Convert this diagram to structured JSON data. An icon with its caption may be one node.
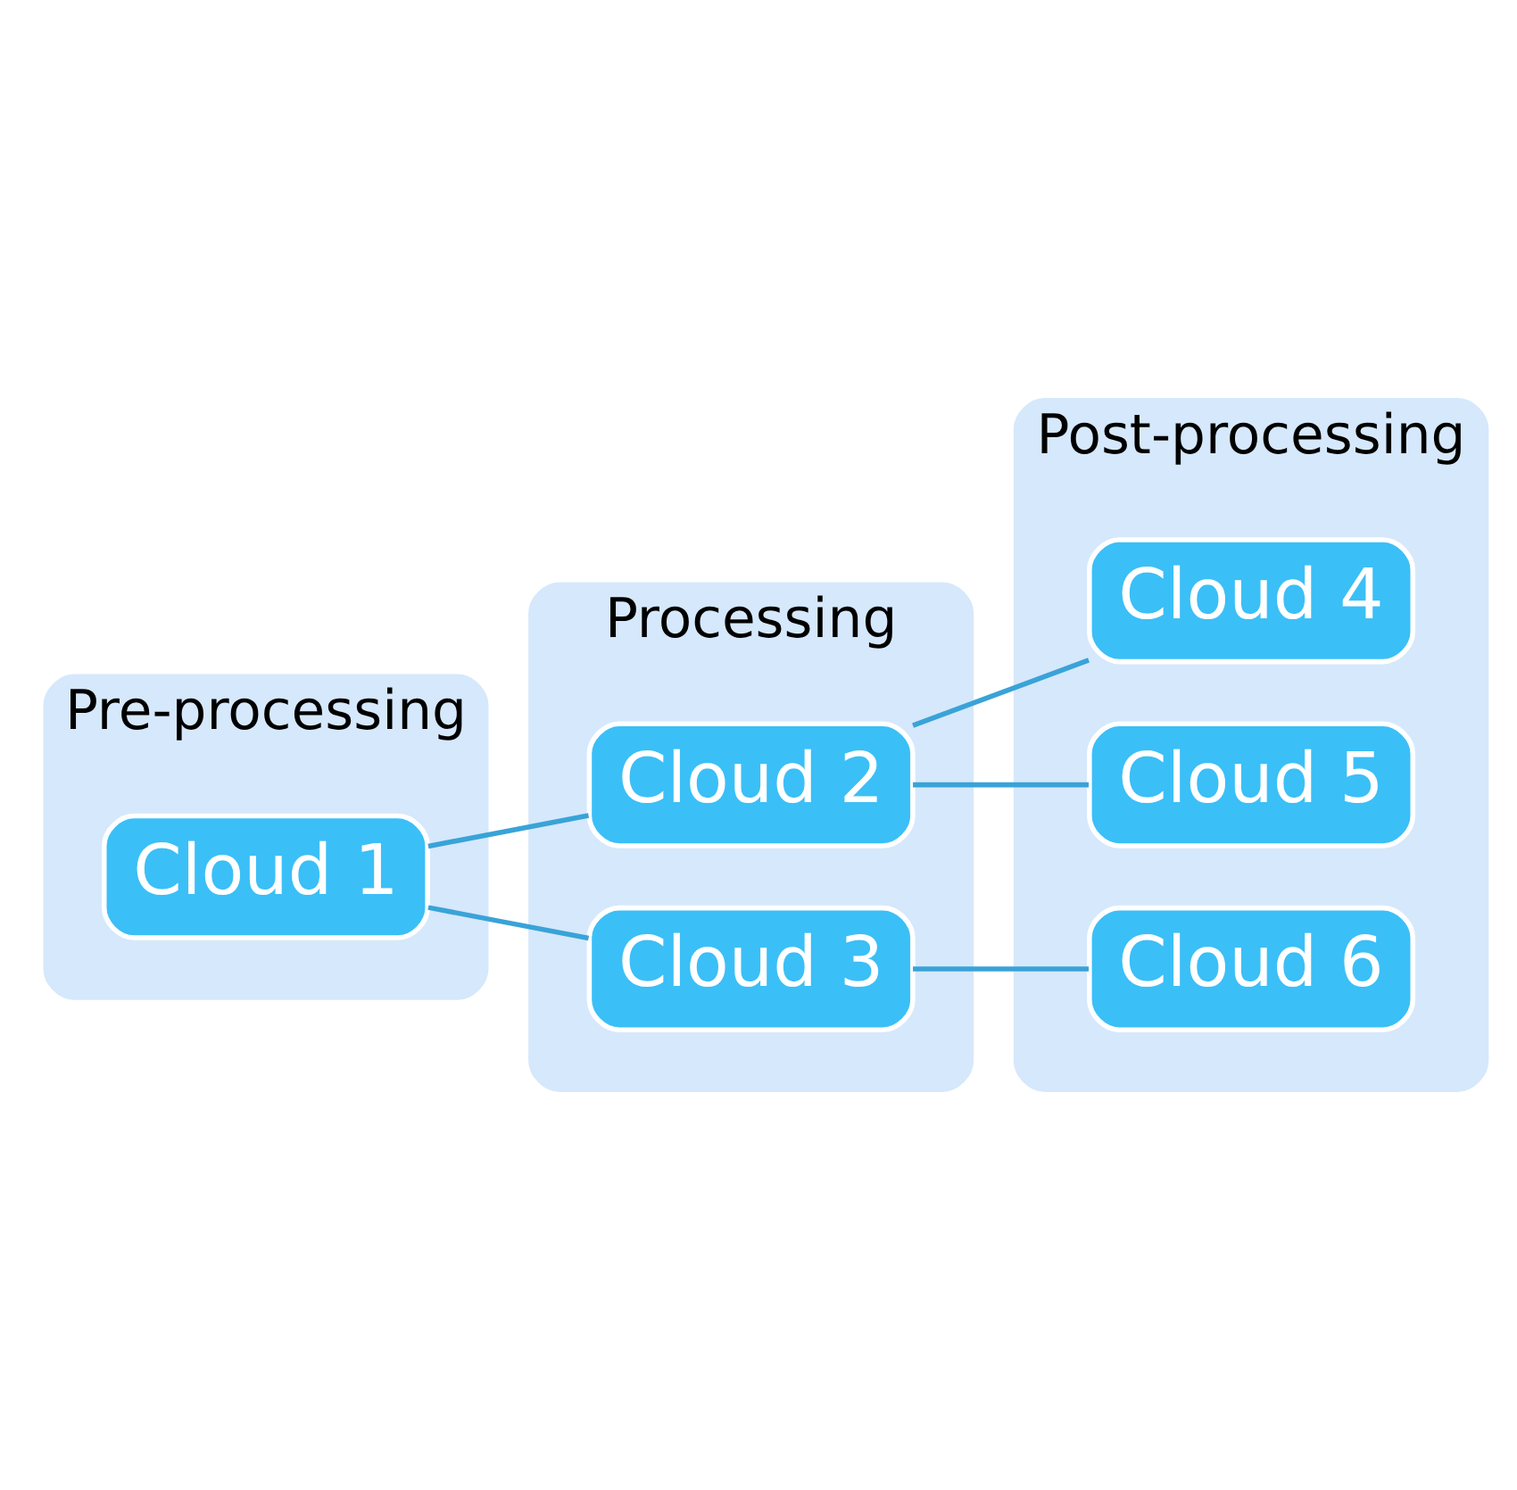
{
  "diagram": {
    "nodes": [
      {
        "text": [
          "Pre-processing"
        ]
      },
      {
        "text": [
          "Processing"
        ]
      },
      {
        "text": [
          "Post-processing"
        ]
      },
      {
        "text": [
          "Cloud 1"
        ],
        "in": 0
      },
      {
        "text": [
          "Cloud 2"
        ],
        "in": 1
      },
      {
        "text": [
          "Cloud 3"
        ],
        "in": 1
      },
      {
        "text": [
          "Cloud 4"
        ],
        "in": 2
      },
      {
        "text": [
          "Cloud 5"
        ],
        "in": 2
      },
      {
        "text": [
          "Cloud 6"
        ],
        "in": 2
      }
    ],
    "edges": [
      {
        "from": 3,
        "to": 4,
        "arrow": "none"
      },
      {
        "from": 3,
        "to": 5,
        "arrow": "none"
      },
      {
        "from": 4,
        "to": 6,
        "arrow": "none"
      },
      {
        "from": 4,
        "to": 7,
        "arrow": "none"
      },
      {
        "from": 5,
        "to": 8,
        "arrow": "none"
      }
    ]
  }
}
